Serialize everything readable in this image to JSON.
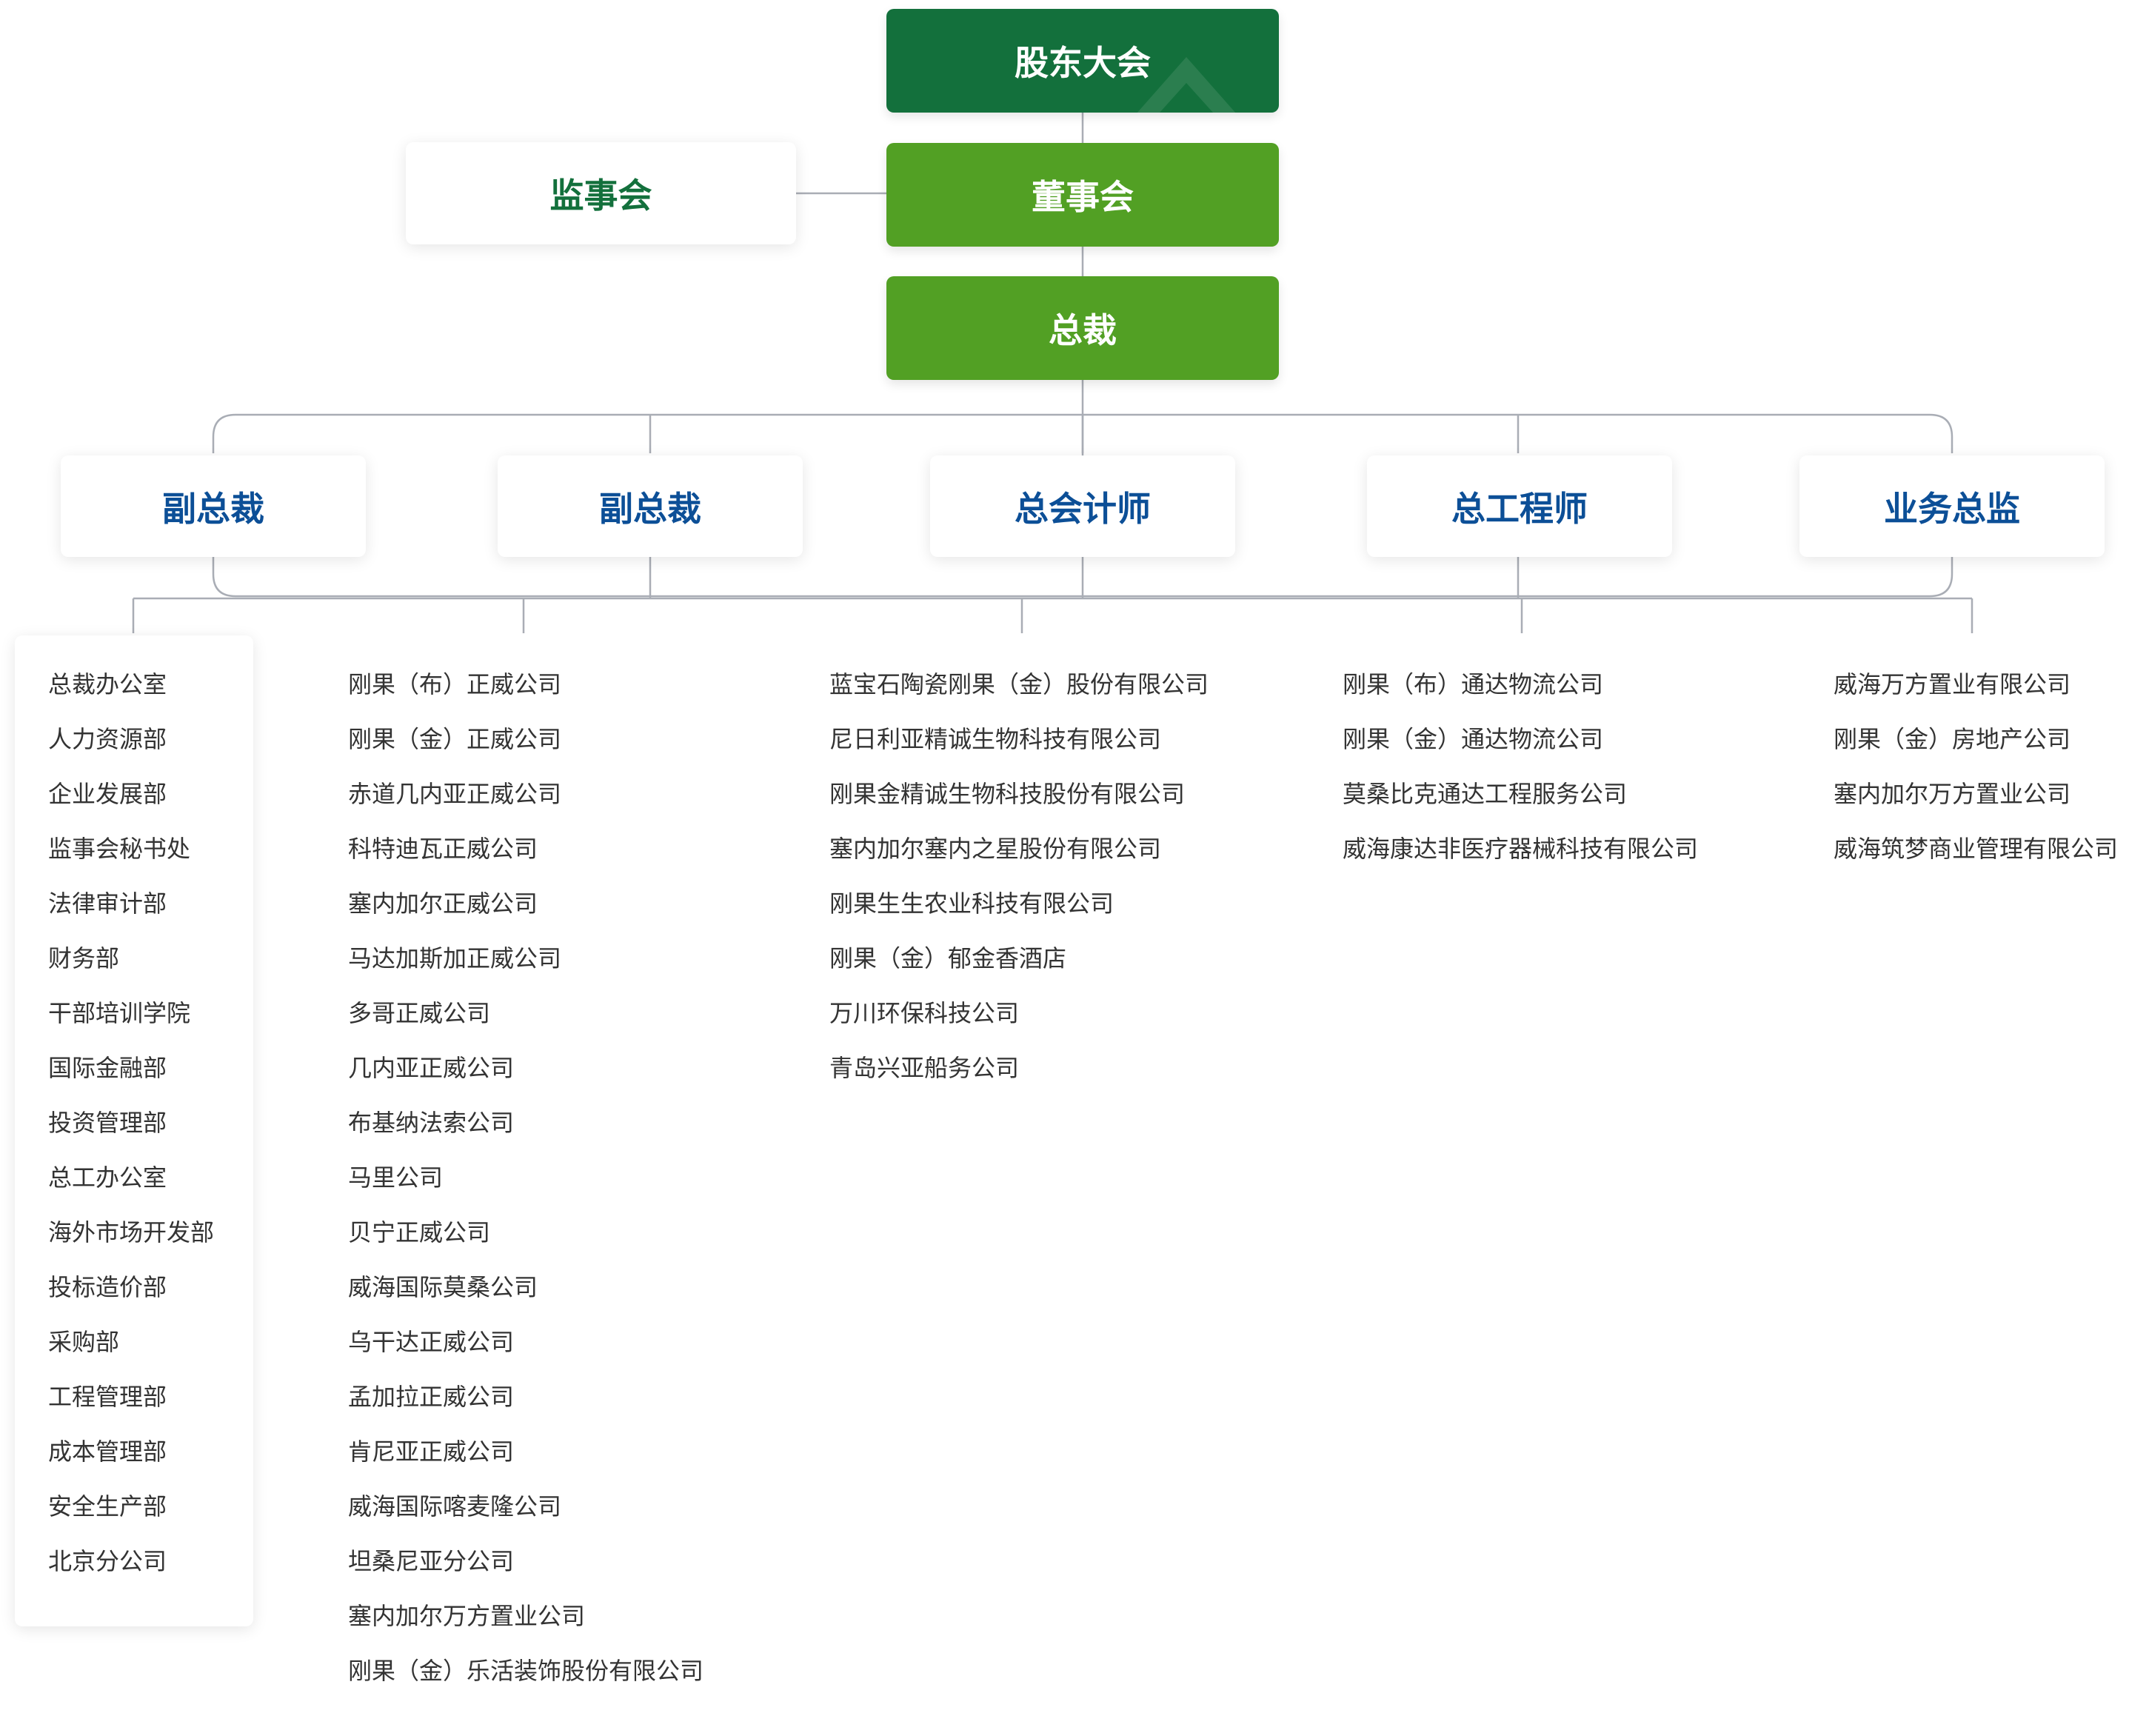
{
  "top": {
    "shareholders": "股东大会",
    "board": "董事会",
    "supervisors": "监事会",
    "president": "总裁"
  },
  "executives": [
    "副总裁",
    "副总裁",
    "总会计师",
    "总工程师",
    "业务总监"
  ],
  "columns": [
    [
      "总裁办公室",
      "人力资源部",
      "企业发展部",
      "监事会秘书处",
      "法律审计部",
      "财务部",
      "干部培训学院",
      "国际金融部",
      "投资管理部",
      "总工办公室",
      "海外市场开发部",
      "投标造价部",
      "采购部",
      "工程管理部",
      "成本管理部",
      "安全生产部",
      "北京分公司"
    ],
    [
      "刚果（布）正威公司",
      "刚果（金）正威公司",
      "赤道几内亚正威公司",
      "科特迪瓦正威公司",
      "塞内加尔正威公司",
      "马达加斯加正威公司",
      "多哥正威公司",
      "几内亚正威公司",
      "布基纳法索公司",
      "马里公司",
      "贝宁正威公司",
      "威海国际莫桑公司",
      "乌干达正威公司",
      "孟加拉正威公司",
      "肯尼亚正威公司",
      "威海国际喀麦隆公司",
      "坦桑尼亚分公司",
      "塞内加尔万方置业公司",
      "刚果（金）乐活装饰股份有限公司"
    ],
    [
      "蓝宝石陶瓷刚果（金）股份有限公司",
      "尼日利亚精诚生物科技有限公司",
      "刚果金精诚生物科技股份有限公司",
      "塞内加尔塞内之星股份有限公司",
      "刚果生生农业科技有限公司",
      "刚果（金）郁金香酒店",
      "万川环保科技公司",
      "青岛兴亚船务公司"
    ],
    [
      "刚果（布）通达物流公司",
      "刚果（金）通达物流公司",
      "莫桑比克通达工程服务公司",
      "威海康达非医疗器械科技有限公司"
    ],
    [
      "威海万方置业有限公司",
      "刚果（金）房地产公司",
      "塞内加尔万方置业公司",
      "威海筑梦商业管理有限公司"
    ]
  ],
  "colors": {
    "dark_green": "#13703c",
    "green": "#52a024",
    "blue": "#0c4f97",
    "line": "#a9adb5"
  }
}
